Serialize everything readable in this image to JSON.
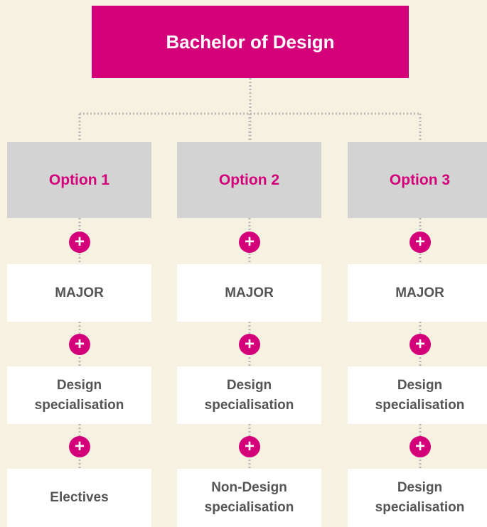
{
  "colors": {
    "accent": "#d3007a",
    "background": "#f6f1e0",
    "option_box": "#d3d3d3",
    "box_text": "#555555",
    "connector": "#b8b8b8"
  },
  "title": "Bachelor of Design",
  "connector_icon": "plus-circle-icon",
  "connector_symbol": "+",
  "options": [
    {
      "label": "Option 1",
      "major": "MAJOR",
      "second": [
        "Design",
        "specialisation"
      ],
      "third": [
        "Electives"
      ]
    },
    {
      "label": "Option 2",
      "major": "MAJOR",
      "second": [
        "Design",
        "specialisation"
      ],
      "third": [
        "Non-Design",
        "specialisation"
      ]
    },
    {
      "label": "Option 3",
      "major": "MAJOR",
      "second": [
        "Design",
        "specialisation"
      ],
      "third": [
        "Design",
        "specialisation"
      ]
    }
  ]
}
